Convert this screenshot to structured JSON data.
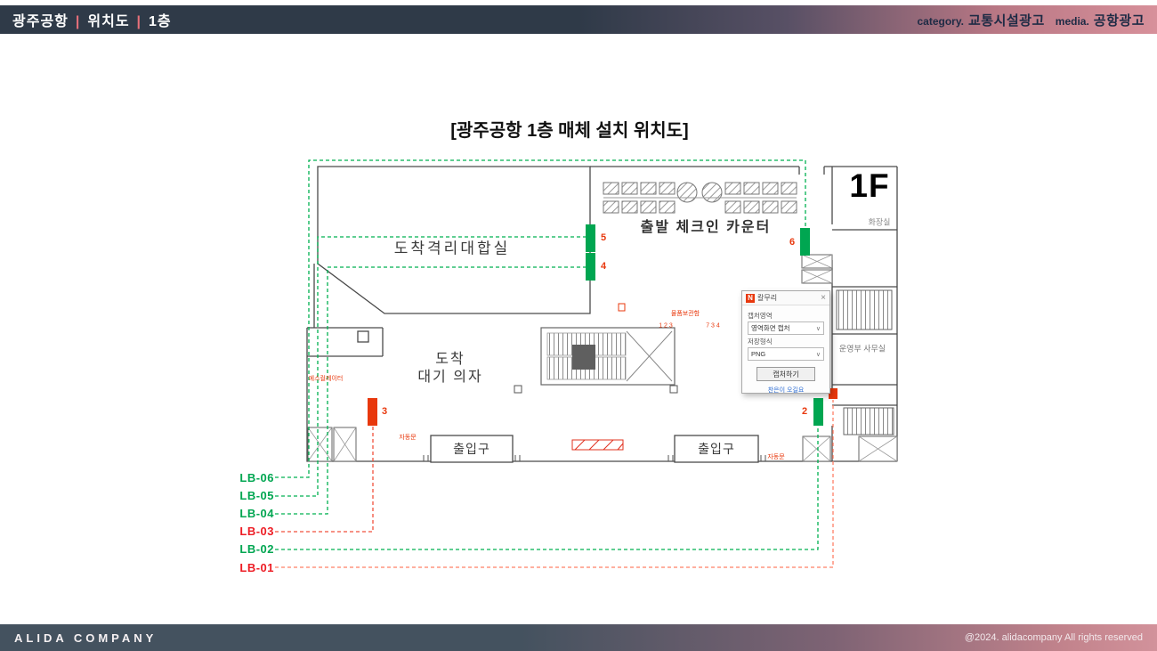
{
  "header": {
    "title_parts": [
      "광주공항",
      "위치도",
      "1층"
    ],
    "separator": "|",
    "category_label": "category.",
    "category_value": "교통시설광고",
    "media_label": "media.",
    "media_value": "공항광고"
  },
  "main": {
    "title": "[광주공항 1층 매체 설치 위치도]"
  },
  "plan": {
    "floor_label": "1F",
    "rooms": {
      "quarantine_hall": "도착격리대합실",
      "checkin_counter": "출발 체크인 카운터",
      "waiting_line1": "도착",
      "waiting_line2": "대기 의자",
      "restroom": "화장실",
      "operations_office": "운영부 사무실",
      "entrance_left": "출입구",
      "entrance_right": "출입구"
    },
    "small_labels": {
      "escalator": "에스컬레이터",
      "lockers": "물품보관함",
      "locker_numbers_left": "1 2 3",
      "locker_numbers_right": "7 3 4",
      "auto_door_left": "자동문",
      "auto_door_right": "자동문"
    },
    "markers": [
      {
        "id": "5",
        "color": "#00a651"
      },
      {
        "id": "4",
        "color": "#00a651"
      },
      {
        "id": "6",
        "color": "#00a651"
      },
      {
        "id": "2",
        "color": "#00a651"
      },
      {
        "id": "3",
        "color": "#e8380d"
      }
    ]
  },
  "legend": {
    "items": [
      {
        "label": "LB-06",
        "color": "green"
      },
      {
        "label": "LB-05",
        "color": "green"
      },
      {
        "label": "LB-04",
        "color": "green"
      },
      {
        "label": "LB-03",
        "color": "red"
      },
      {
        "label": "LB-02",
        "color": "green"
      },
      {
        "label": "LB-01",
        "color": "red"
      }
    ]
  },
  "dialog": {
    "icon": "N",
    "title": "칼무리",
    "close": "×",
    "caret": "∨",
    "field1_label": "캡처영역",
    "field1_value": "영역화면 캡처",
    "field2_label": "저장형식",
    "field2_value": "PNG",
    "button": "캡처하기",
    "footer_link": "찬은이 오길요"
  },
  "footer": {
    "company": "ALIDA COMPANY",
    "copyright": "@2024. alidacompany All rights reserved"
  },
  "colors": {
    "marker_green": "#00a651",
    "marker_red": "#e8380d",
    "line_green": "#00b050",
    "line_red": "#f0503c",
    "header_left": "#2f3a48",
    "header_right": "#d7909a"
  }
}
